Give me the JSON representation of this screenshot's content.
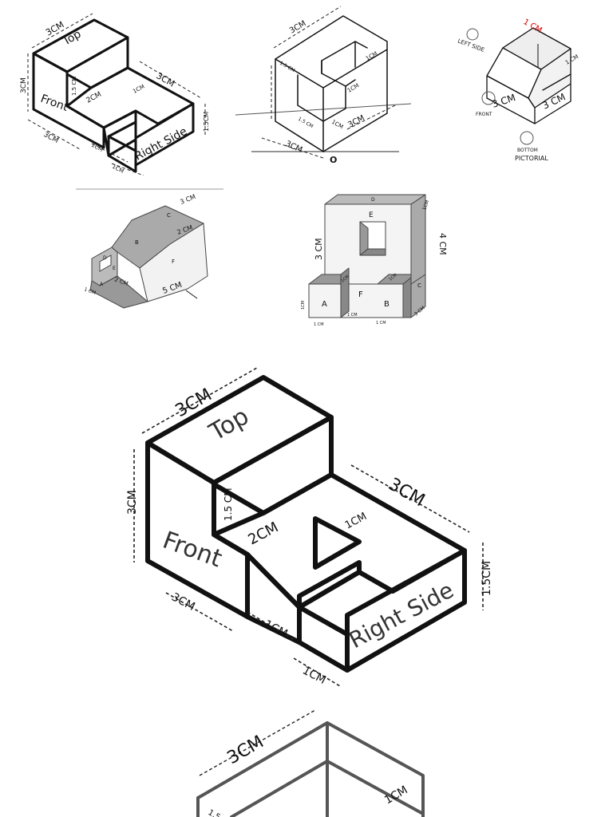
{
  "fig1": {
    "top": "Top",
    "front": "Front",
    "right": "Right Side",
    "d_3cm_top": "3CM",
    "d_3cm_right": "3CM",
    "d_3cm_left": "3CM",
    "d_3cm_bottom": "3CM",
    "d_15cm_inner": "1.5 CM",
    "d_2cm": "2CM",
    "d_1cm_notch": "1CM",
    "d_15cm_right": "1.5CM",
    "d_1cm_a": "1CM",
    "d_1cm_b": "1CM"
  },
  "fig2": {
    "d_3cm_top": "3CM",
    "d_1cm_a": "1CM",
    "d_1cm_b": "1CM",
    "d_15_left": "1.5 CM",
    "d_15_bottom": "1.5 CM",
    "d_1cm_c": "1CM",
    "d_3cm_right": "3CM",
    "d_3cm_bottom": "3CM",
    "origin": "O"
  },
  "fig3": {
    "d_1cm": "1 CM",
    "left_side": "LEFT SIDE",
    "front": "FRONT",
    "d_3cm_a": "3 CM",
    "d_3cm_b": "3 CM",
    "d_1cm_b": "1 CM",
    "bottom": "BOTTOM",
    "caption": "PICTORIAL"
  },
  "fig4": {
    "d_3cm": "3 CM",
    "d_2cm_a": "2 CM",
    "d_2cm_b": "2 CM",
    "d_1cm": "1 CM",
    "d_5cm": "5 CM",
    "face_a": "A",
    "face_b": "B",
    "face_c": "C",
    "face_d": "D",
    "face_e": "E",
    "face_f": "F"
  },
  "fig5": {
    "face_e": "E",
    "face_d": "D",
    "face_a": "A",
    "face_f": "F",
    "face_b": "B",
    "face_c": "C",
    "d_3cm": "3 CM",
    "d_4cm": "4 CM",
    "d_1cm_top": "1CM",
    "d_1cm_a": "1CM",
    "d_1cm_b": "1CM",
    "d_1cm_c": "1 CM",
    "d_1cm_d": "1 CM",
    "d_1cm_e": "1 CM",
    "d_1cm_f": "1CM",
    "d_3cm_side": "3 CM"
  },
  "fig6": {
    "top": "Top",
    "front": "Front",
    "right": "Right Side",
    "d_3cm_top": "3CM",
    "d_3cm_left": "3CM",
    "d_15cm": "1.5 CM",
    "d_2cm": "2CM",
    "d_1cm_notch": "1CM",
    "d_3cm_right": "3CM",
    "d_15cm_right": "1.5CM",
    "d_3cm_bottom": "3CM",
    "d_1cm_a": "1CM",
    "d_1cm_b": "1CM"
  },
  "fig7": {
    "d_3cm": "3CM",
    "d_1cm": "1CM",
    "d_15": "1.5"
  }
}
